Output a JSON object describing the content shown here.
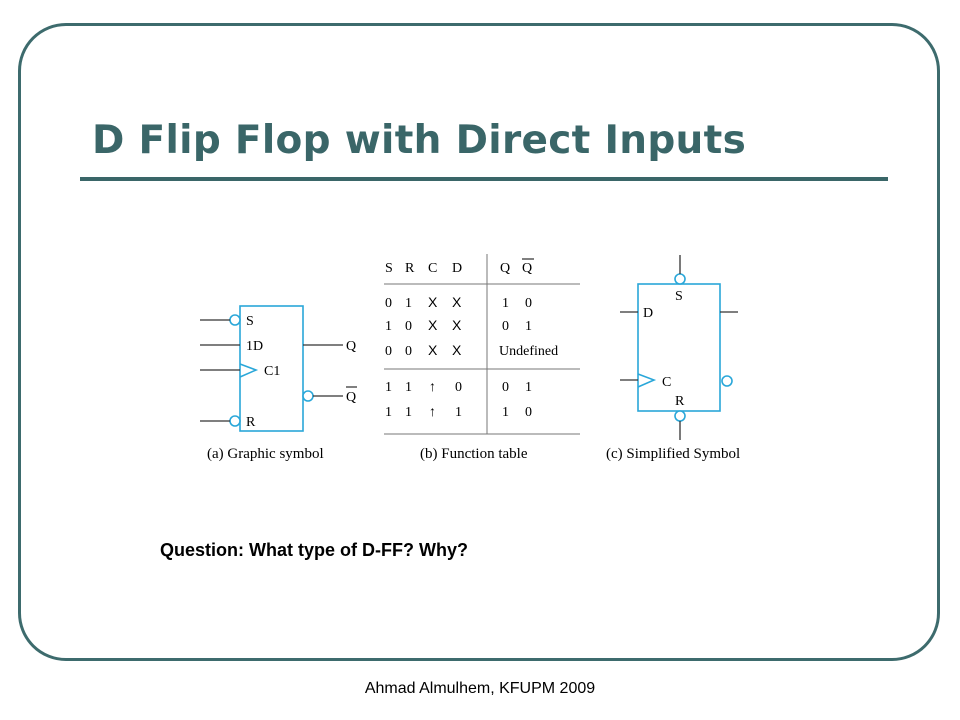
{
  "slide": {
    "title": "D Flip Flop with Direct Inputs",
    "question": "Question: What type of D-FF? Why?",
    "footer": "Ahmad Almulhem, KFUPM 2009"
  },
  "colors": {
    "accent": "#3a6668",
    "frame": "#3d6b6d",
    "symbol": "#2aa7d9"
  },
  "figure_a": {
    "caption": "(a) Graphic symbol",
    "label_s": "S",
    "label_1d": "1D",
    "label_c1": "C1",
    "label_r": "R",
    "label_q": "Q",
    "label_qbar": "Q"
  },
  "figure_b": {
    "caption": "(b) Function table",
    "headers": [
      "S",
      "R",
      "C",
      "D",
      "Q",
      "Q"
    ],
    "rows": [
      [
        "0",
        "1",
        "X",
        "X",
        "1",
        "0"
      ],
      [
        "1",
        "0",
        "X",
        "X",
        "0",
        "1"
      ],
      [
        "0",
        "0",
        "X",
        "X",
        "Undefined"
      ],
      [
        "1",
        "1",
        "↑",
        "0",
        "0",
        "1"
      ],
      [
        "1",
        "1",
        "↑",
        "1",
        "1",
        "0"
      ]
    ]
  },
  "figure_c": {
    "caption": "(c) Simplified Symbol",
    "label_s": "S",
    "label_d": "D",
    "label_c": "C",
    "label_r": "R"
  }
}
